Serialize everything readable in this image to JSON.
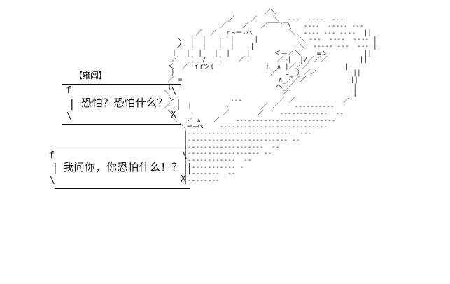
{
  "scene": {
    "background_color": "#ffffff",
    "text_color": "#101010",
    "art_style": "ascii-art-portrait"
  },
  "nametag": {
    "label": "【雍闾】"
  },
  "dialogue": [
    {
      "id": "bubble-1",
      "text": "恐怕？恐怕什么？",
      "frame": {
        "corner_top_left": "f",
        "corner_bottom_left": "\\",
        "corner_top_right": "\\",
        "corner_bottom_right": "X",
        "side_left": "|",
        "side_right": "|"
      }
    },
    {
      "id": "bubble-2",
      "text": "我问你，你恐怕什么！？",
      "frame": {
        "corner_top_left": "f",
        "corner_bottom_left": "\\",
        "corner_top_right": "\\",
        "corner_bottom_right": "X",
        "side_left": "|",
        "side_right": "|"
      }
    }
  ],
  "ascii_art": {
    "lines": [
      "                          ／＼                        ",
      "                 ／    ／    ＼  ---  ----  ---       ",
      "               ／    ／   ／‾‾‾`‾\\   ----  ----- --- ",
      "         ／  ／  ｒ~ー-ヘ         ＼  ---- --- ----  ||",
      "    ヽ  |  |   |  |     |          ＼ ---  ----  ---- ||",
      "    ノ  |  |   |  |    |           ＼  ----- ---  --- ||",
      "   ｜  |  |   |  |    |      ＜＝／＼    ≡ゝ         ||",
      "   ／   |  /   |    ／        ／~|  |/／／／        ||",
      "  ＜  ／ イrツ(             ｝ ∧ |／／／         ||",
      "   ｝                       ／  L_ ）／／         ||",
      "  ／ =                        ∧_／／／           ||",
      "  (                          ヘ_／              ||",
      " ＼                            ／               ||",
      "  ＞              ---         ／ ／            ／",
      " ／    ｜        ~        ／ ／    ----------",
      "  ＼            ／       ／    ------------  --",
      "   ＼  ／ ∧   ／    -------------------------",
      "     ＼ー~ヘ    ---------------------------",
      "      |--------------------------  ---",
      "      |------------------------- --",
      "      |-------------------  --",
      "      |------------------ --",
      "      |------------  --",
      "      |------------ -",
      "      |--------  --",
      "      |--------"
    ]
  }
}
